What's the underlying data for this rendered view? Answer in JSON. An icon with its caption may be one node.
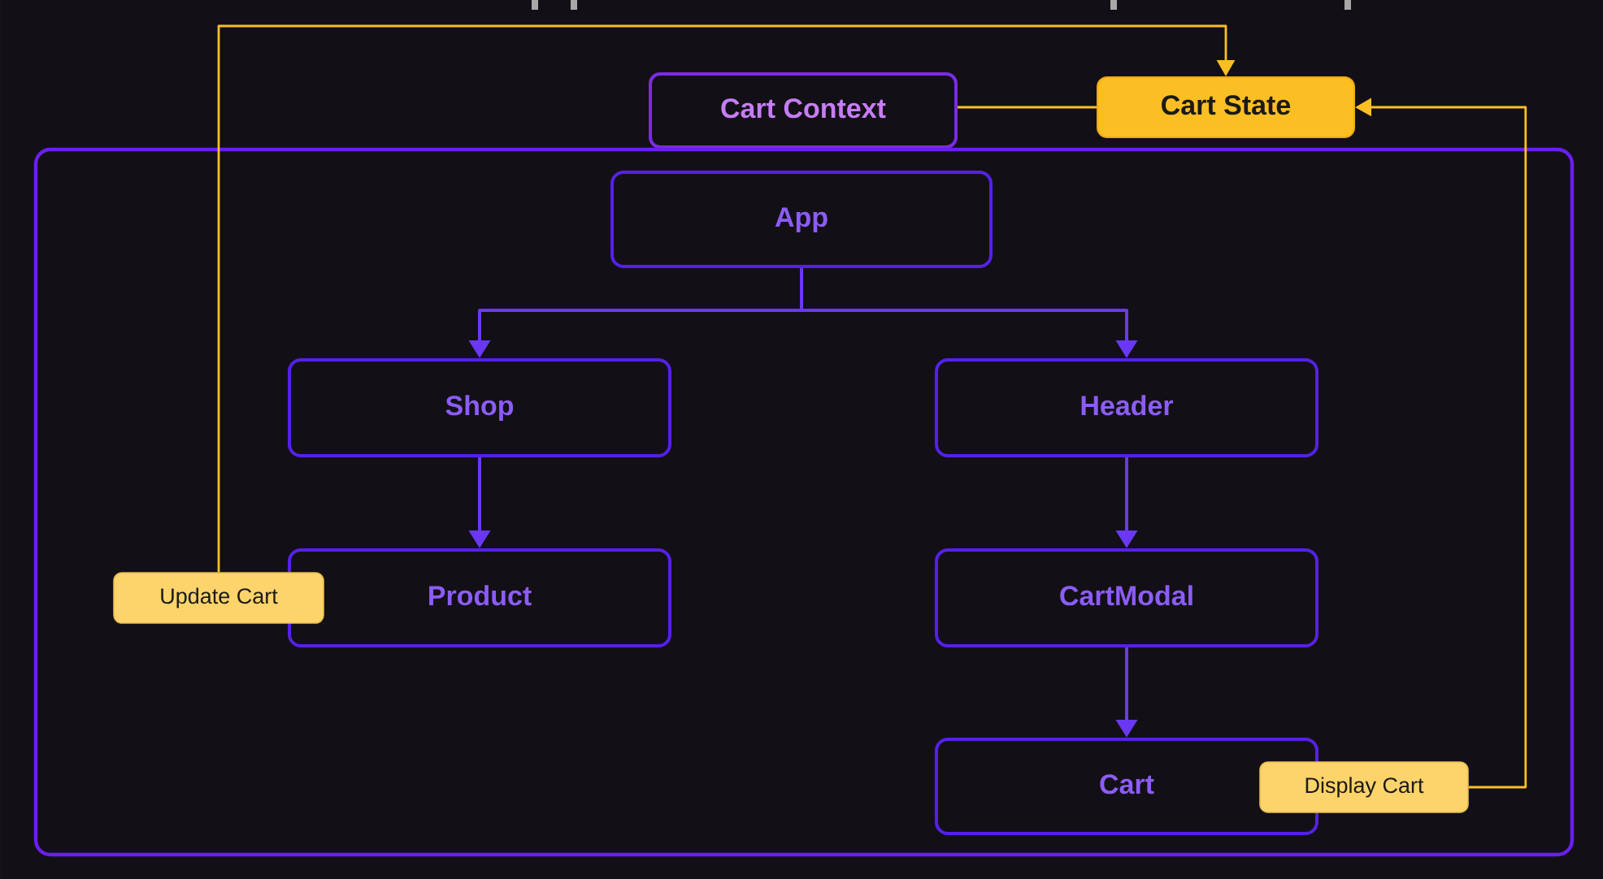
{
  "diagram": {
    "nodes": [
      {
        "text": [
          "Cart Context"
        ]
      },
      {
        "text": [
          "Cart State"
        ]
      },
      {
        "text": [],
        "shape": "box"
      },
      {
        "text": [
          "App"
        ],
        "in": 2
      },
      {
        "text": [
          "Shop"
        ],
        "in": 2
      },
      {
        "text": [
          "Header"
        ],
        "in": 2
      },
      {
        "text": [
          "Product"
        ],
        "in": 2
      },
      {
        "text": [
          "CartModal"
        ],
        "in": 2
      },
      {
        "text": [
          "Cart"
        ],
        "in": 2
      },
      {
        "text": [
          "Update Cart"
        ],
        "in": 2
      },
      {
        "text": [
          "Display Cart"
        ],
        "in": 2
      }
    ],
    "edges": [
      {
        "from": 3,
        "to": 4,
        "arrow": "to"
      },
      {
        "from": 3,
        "to": 5,
        "arrow": "to"
      },
      {
        "from": 4,
        "to": 6,
        "arrow": "to"
      },
      {
        "from": 5,
        "to": 7,
        "arrow": "to"
      },
      {
        "from": 7,
        "to": 8,
        "arrow": "to"
      },
      {
        "from": 9,
        "to": 1,
        "arrow": "to",
        "color": "#fbbf24"
      },
      {
        "from": 1,
        "to": 0,
        "arrow": "none",
        "color": "#fbbf24"
      },
      {
        "from": 10,
        "to": 1,
        "arrow": "to",
        "color": "#fbbf24"
      }
    ]
  }
}
